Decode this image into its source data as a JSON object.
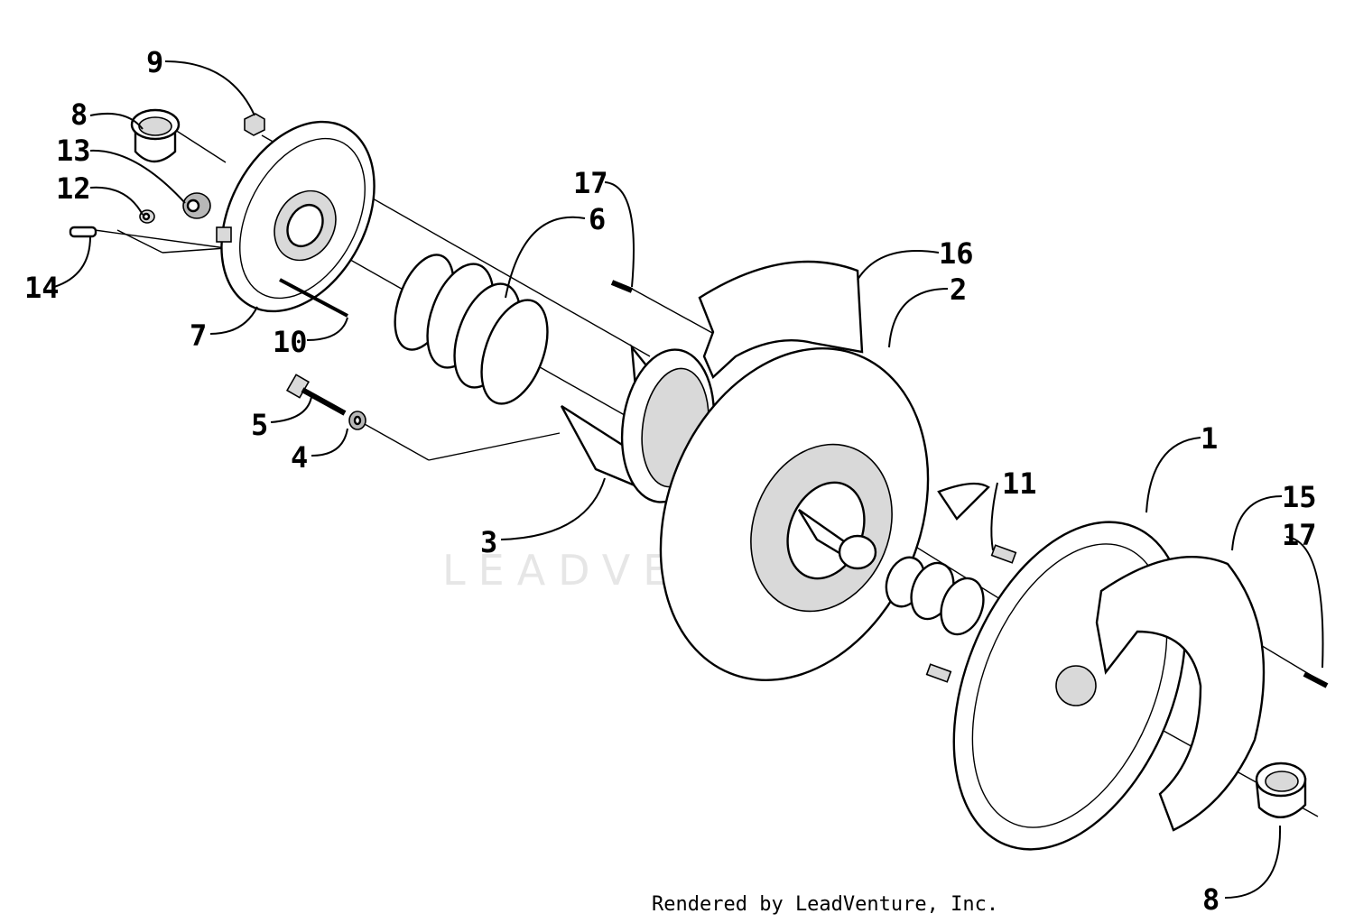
{
  "callouts": {
    "c1": "1",
    "c2": "2",
    "c3": "3",
    "c4": "4",
    "c5": "5",
    "c6": "6",
    "c7": "7",
    "c8a": "8",
    "c8b": "8",
    "c9": "9",
    "c10": "10",
    "c11": "11",
    "c12": "12",
    "c13": "13",
    "c14": "14",
    "c15": "15",
    "c16": "16",
    "c17a": "17",
    "c17b": "17"
  },
  "watermark": "LEADVENTURE",
  "credit": "Rendered by LeadVenture, Inc."
}
